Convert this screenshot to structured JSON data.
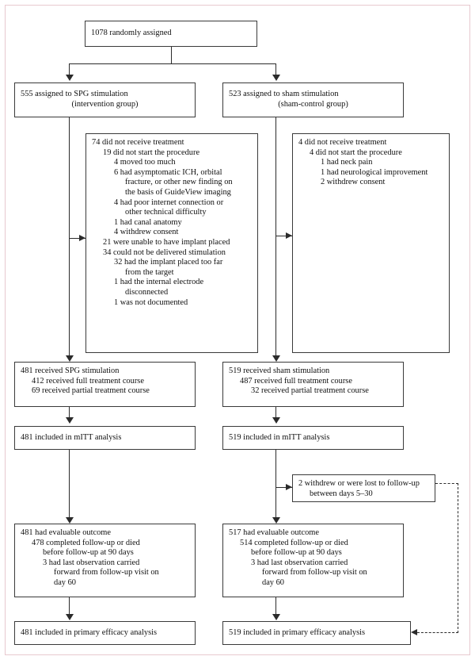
{
  "figure": {
    "type": "consort-flow-diagram",
    "title_visible": false
  },
  "nodes": {
    "enrollment": {
      "lines": [
        "1078 randomly assigned"
      ]
    },
    "alloc_left": {
      "lines": [
        "555 assigned to SPG stimulation",
        "(intervention group)"
      ]
    },
    "alloc_right": {
      "lines": [
        "523 assigned to sham stimulation",
        "(sham-control group)"
      ]
    },
    "excl_left": {
      "lines": [
        {
          "text": "74 did not receive treatment",
          "indent": 0
        },
        {
          "text": "19 did not start the procedure",
          "indent": 1
        },
        {
          "text": "4 moved too much",
          "indent": 2
        },
        {
          "text": "6 had asymptomatic ICH, orbital",
          "indent": 2
        },
        {
          "text": "fracture, or other new finding on",
          "indent": 3
        },
        {
          "text": "the basis of GuideView imaging",
          "indent": 3
        },
        {
          "text": "4 had poor internet connection or",
          "indent": 2
        },
        {
          "text": "other technical difficulty",
          "indent": 3
        },
        {
          "text": "1 had canal anatomy",
          "indent": 2
        },
        {
          "text": "4 withdrew consent",
          "indent": 2
        },
        {
          "text": "21 were unable to have implant placed",
          "indent": 1
        },
        {
          "text": "34 could not be delivered stimulation",
          "indent": 1
        },
        {
          "text": "32 had the implant placed too far",
          "indent": 2
        },
        {
          "text": "from the target",
          "indent": 3
        },
        {
          "text": "1 had the internal electrode",
          "indent": 2
        },
        {
          "text": "disconnected",
          "indent": 3
        },
        {
          "text": "1 was not documented",
          "indent": 2
        }
      ]
    },
    "excl_right": {
      "lines": [
        {
          "text": "4 did not receive treatment",
          "indent": 0
        },
        {
          "text": "4 did not start the procedure",
          "indent": 1
        },
        {
          "text": "1 had neck pain",
          "indent": 2
        },
        {
          "text": "1 had neurological improvement",
          "indent": 2
        },
        {
          "text": "2 withdrew consent",
          "indent": 2
        }
      ]
    },
    "received_left": {
      "lines": [
        {
          "text": "481 received SPG stimulation",
          "indent": 0
        },
        {
          "text": "412 received full treatment course",
          "indent": 1
        },
        {
          "text": "69 received partial treatment course",
          "indent": 1
        }
      ]
    },
    "received_right": {
      "lines": [
        {
          "text": "519 received sham stimulation",
          "indent": 0
        },
        {
          "text": "487 received full treatment course",
          "indent": 1
        },
        {
          "text": "32 received partial treatment course",
          "indent": 2
        }
      ]
    },
    "mitt_left": {
      "lines": [
        "481 included in mITT analysis"
      ]
    },
    "mitt_right": {
      "lines": [
        "519 included in mITT analysis"
      ]
    },
    "withdrew_right": {
      "lines": [
        {
          "text": "2 withdrew or were lost to follow-up",
          "indent": 0
        },
        {
          "text": "between days 5–30",
          "indent": 1
        }
      ]
    },
    "outcome_left": {
      "lines": [
        {
          "text": "481 had evaluable outcome",
          "indent": 0
        },
        {
          "text": "478 completed follow-up or died",
          "indent": 1
        },
        {
          "text": "before follow-up at 90 days",
          "indent": 2
        },
        {
          "text": "3 had last observation carried",
          "indent": 2
        },
        {
          "text": "forward from follow-up visit on",
          "indent": 3
        },
        {
          "text": "day 60",
          "indent": 3
        }
      ]
    },
    "outcome_right": {
      "lines": [
        {
          "text": "517 had evaluable outcome",
          "indent": 0
        },
        {
          "text": "514 completed follow-up or died",
          "indent": 1
        },
        {
          "text": "before follow-up at 90 days",
          "indent": 2
        },
        {
          "text": "3 had last observation carried",
          "indent": 2
        },
        {
          "text": "forward from follow-up visit on",
          "indent": 3
        },
        {
          "text": "day 60",
          "indent": 3
        }
      ]
    },
    "efficacy_left": {
      "lines": [
        "481 included in primary efficacy analysis"
      ]
    },
    "efficacy_right": {
      "lines": [
        "519 included in primary efficacy analysis"
      ]
    }
  },
  "colors": {
    "line": "#2b2b2b",
    "box_border": "#3a3a3a",
    "page_border": "#e8c9cf",
    "background": "#ffffff",
    "text": "#111111"
  }
}
